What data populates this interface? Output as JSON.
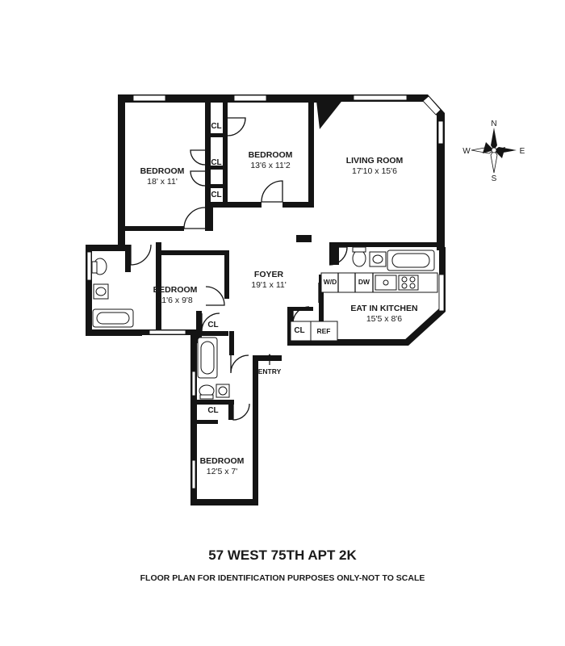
{
  "rooms": {
    "bedroom_main": {
      "name": "BEDROOM",
      "dims": "18' x 11'"
    },
    "bedroom_mid": {
      "name": "BEDROOM",
      "dims": "13'6 x 11'2"
    },
    "living_room": {
      "name": "LIVING ROOM",
      "dims": "17'10 x 15'6"
    },
    "foyer": {
      "name": "FOYER",
      "dims": "19'1 x 11'"
    },
    "bedroom_left": {
      "name": "BEDROOM",
      "dims": "11'6 x 9'8"
    },
    "kitchen": {
      "name": "EAT IN KITCHEN",
      "dims": "15'5 x 8'6"
    },
    "bedroom_bottom": {
      "name": "BEDROOM",
      "dims": "12'5 x 7'"
    }
  },
  "labels": {
    "closet": "CL",
    "washer_dryer": "W/D",
    "dishwasher": "DW",
    "refrigerator": "REF",
    "entry": "ENTRY"
  },
  "compass": {
    "north": "N",
    "south": "S",
    "east": "E",
    "west": "W"
  },
  "footer": {
    "title": "57 WEST 75TH APT 2K",
    "subtitle": "FLOOR PLAN FOR IDENTIFICATION PURPOSES ONLY-NOT TO SCALE"
  }
}
